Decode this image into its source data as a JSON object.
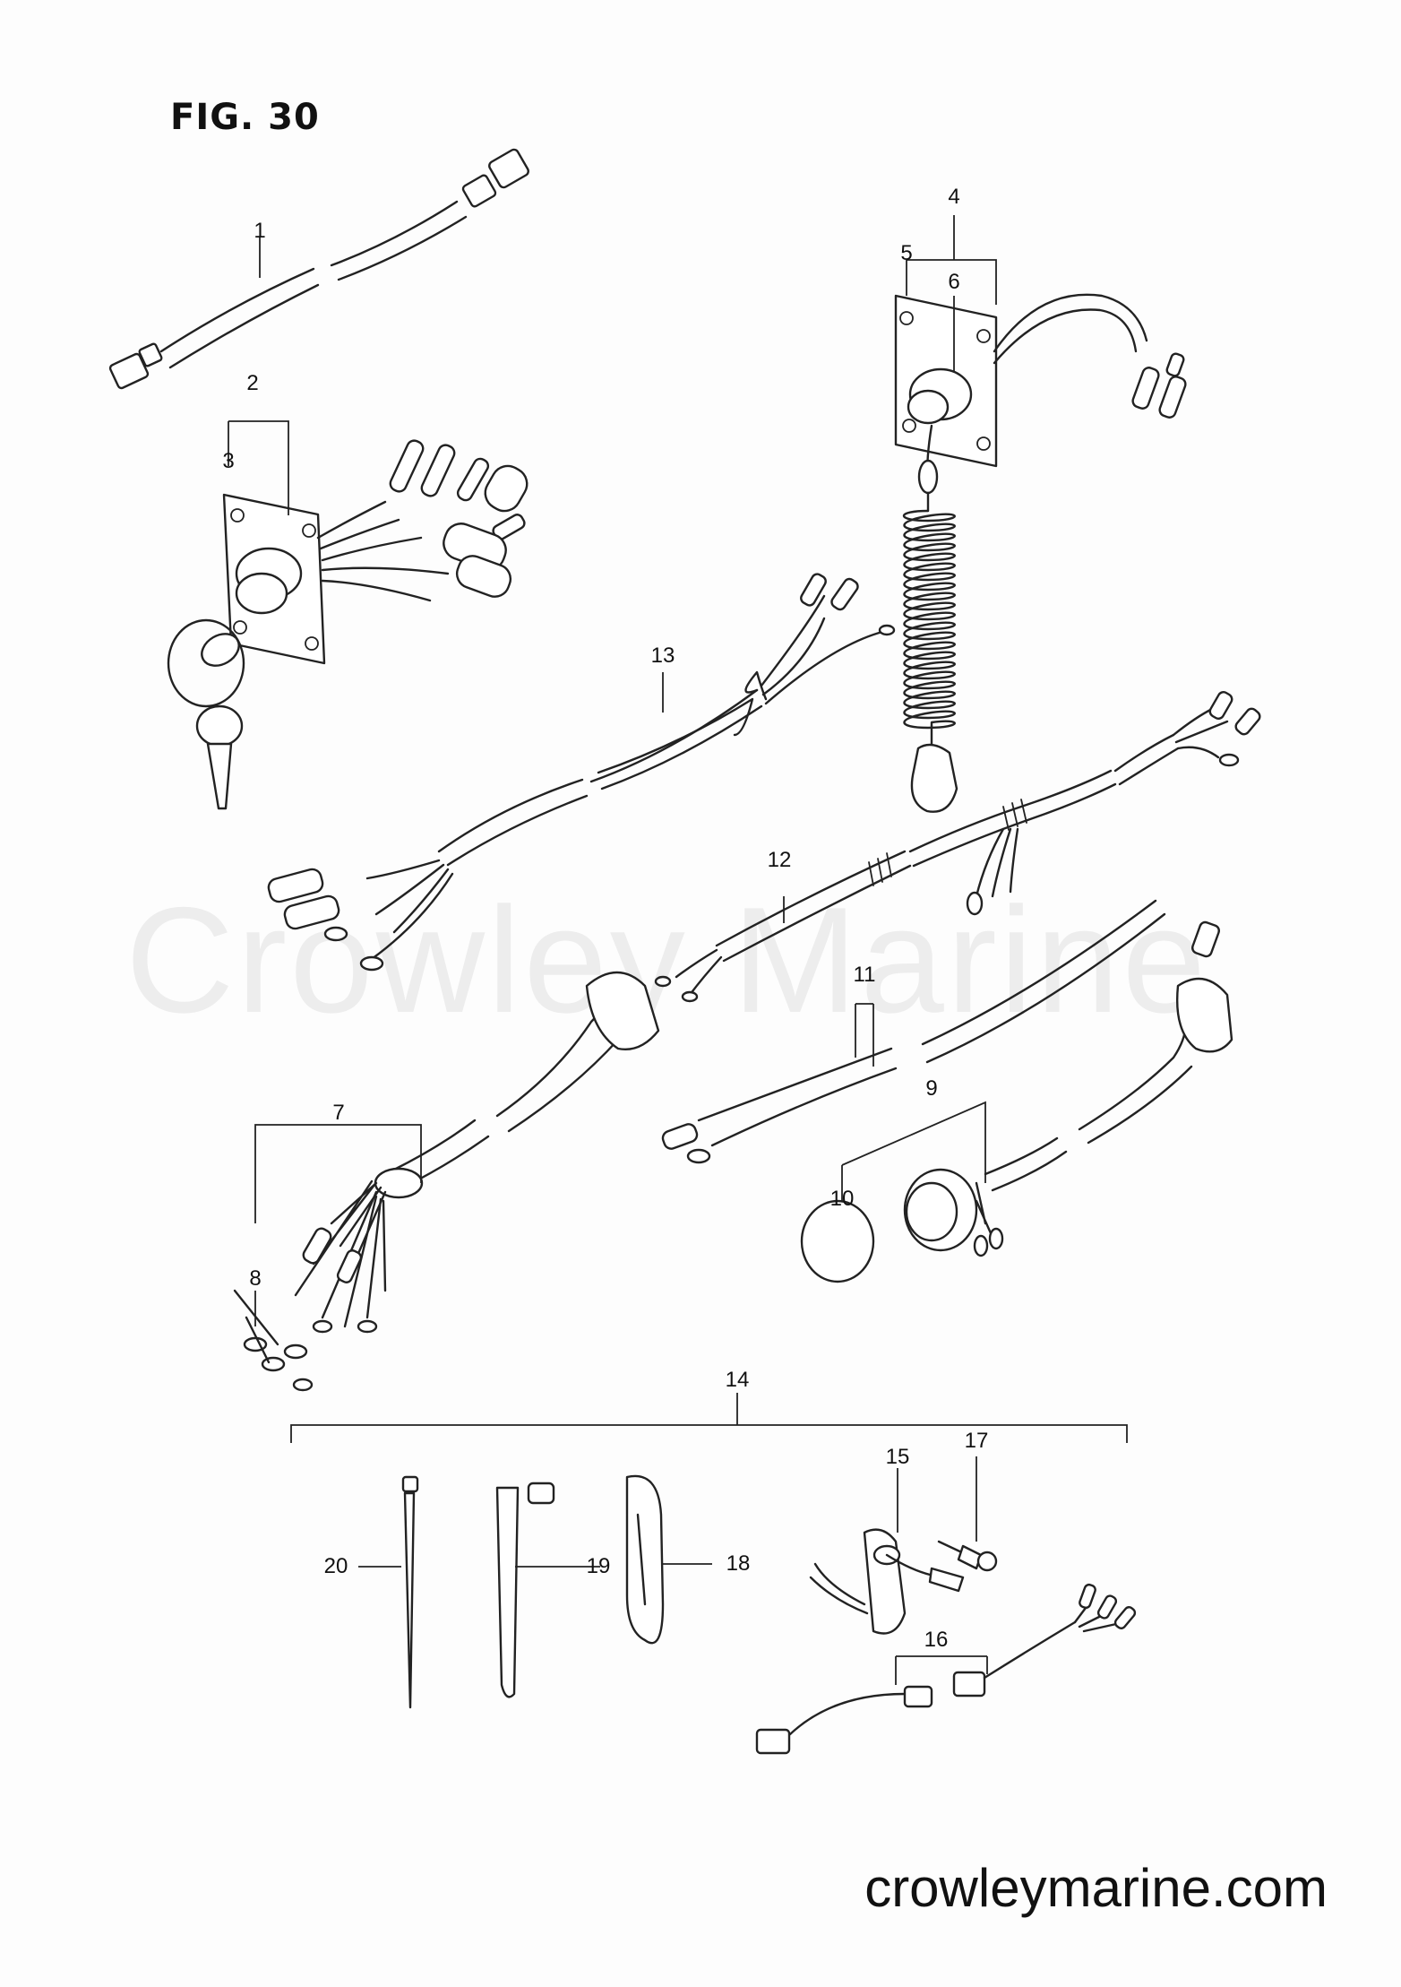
{
  "figure": {
    "title": "FIG. 30"
  },
  "watermark": "Crowley Marine",
  "site": "crowleymarine.com",
  "callouts": [
    {
      "id": "1",
      "label": "1"
    },
    {
      "id": "2",
      "label": "2"
    },
    {
      "id": "3",
      "label": "3"
    },
    {
      "id": "4",
      "label": "4"
    },
    {
      "id": "5",
      "label": "5"
    },
    {
      "id": "6",
      "label": "6"
    },
    {
      "id": "7",
      "label": "7"
    },
    {
      "id": "8",
      "label": "8"
    },
    {
      "id": "9",
      "label": "9"
    },
    {
      "id": "10",
      "label": "10"
    },
    {
      "id": "11",
      "label": "11"
    },
    {
      "id": "12",
      "label": "12"
    },
    {
      "id": "13",
      "label": "13"
    },
    {
      "id": "14",
      "label": "14"
    },
    {
      "id": "15",
      "label": "15"
    },
    {
      "id": "16",
      "label": "16"
    },
    {
      "id": "17",
      "label": "17"
    },
    {
      "id": "18",
      "label": "18"
    },
    {
      "id": "19",
      "label": "19"
    },
    {
      "id": "20",
      "label": "20"
    }
  ]
}
